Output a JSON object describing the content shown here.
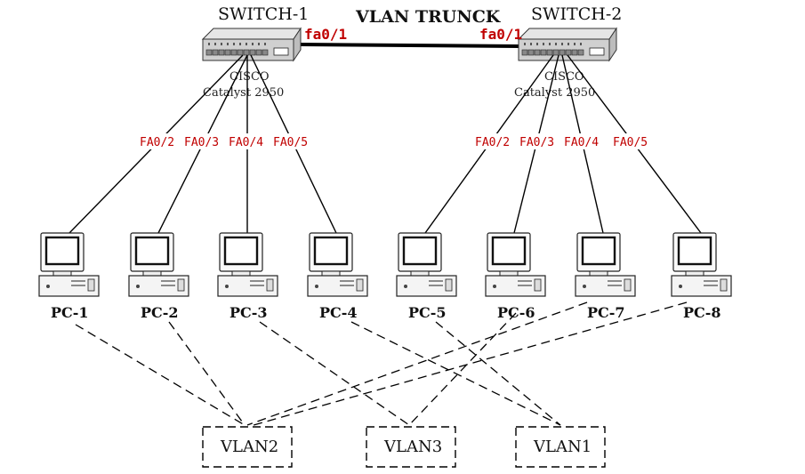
{
  "title": "VLAN TRUNCK",
  "switches": [
    {
      "name": "SWITCH-1",
      "trunk_port": "fa0/1",
      "brand": "CISCO",
      "model": "Catalyst 2950",
      "ports": [
        "FA0/2",
        "FA0/3",
        "FA0/4",
        "FA0/5"
      ]
    },
    {
      "name": "SWITCH-2",
      "trunk_port": "fa0/1",
      "brand": "CISCO",
      "model": "Catalyst 2950",
      "ports": [
        "FA0/2",
        "FA0/3",
        "FA0/4",
        "FA0/5"
      ]
    }
  ],
  "pcs": [
    "PC-1",
    "PC-2",
    "PC-3",
    "PC-4",
    "PC-5",
    "PC-6",
    "PC-7",
    "PC-8"
  ],
  "vlans": [
    "VLAN2",
    "VLAN3",
    "VLAN1"
  ],
  "membership": [
    {
      "pc": "PC-1",
      "vlan": "VLAN2"
    },
    {
      "pc": "PC-2",
      "vlan": "VLAN2"
    },
    {
      "pc": "PC-3",
      "vlan": "VLAN3"
    },
    {
      "pc": "PC-4",
      "vlan": "VLAN1"
    },
    {
      "pc": "PC-5",
      "vlan": "VLAN1"
    },
    {
      "pc": "PC-6",
      "vlan": "VLAN3"
    },
    {
      "pc": "PC-7",
      "vlan": "VLAN2"
    },
    {
      "pc": "PC-8",
      "vlan": "VLAN2"
    }
  ]
}
